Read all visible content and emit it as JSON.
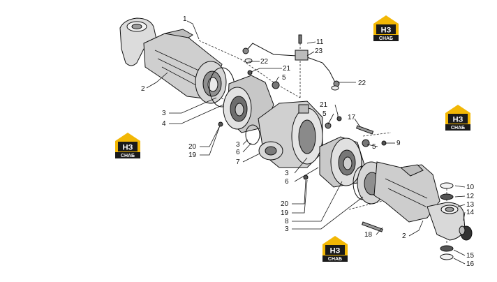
{
  "watermark": {
    "top_text": "НЗ",
    "bottom_text": "СНАБ",
    "color_yellow": "#f2b705",
    "color_dark": "#1a1a1a"
  },
  "callouts": {
    "c1": "1",
    "c2a": "2",
    "c2b": "2",
    "c3a": "3",
    "c3b": "3",
    "c3c": "3",
    "c3d": "3",
    "c4": "4",
    "c5a": "5",
    "c5b": "5",
    "c6a": "6",
    "c6b": "6",
    "c7": "7",
    "c8": "8",
    "c9": "9",
    "c10": "10",
    "c11": "11",
    "c12": "12",
    "c13": "13",
    "c14": "14",
    "c15": "15",
    "c16": "16",
    "c17": "17",
    "c18": "18",
    "c19a": "19",
    "c19b": "19",
    "c20a": "20",
    "c20b": "20",
    "c21a": "21",
    "c21b": "21",
    "c22a": "22",
    "c22b": "22",
    "c23": "23"
  }
}
